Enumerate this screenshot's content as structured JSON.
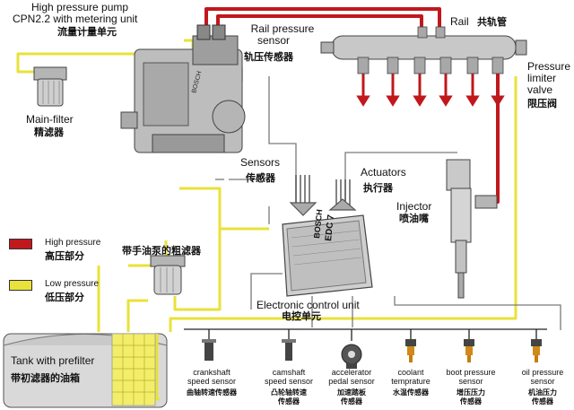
{
  "colors": {
    "high_pressure": "#c0181c",
    "low_pressure": "#e8e23a",
    "signal_line": "#7a7a7a"
  },
  "pump": {
    "line1": "High pressure  pump",
    "line2": "CPN2.2 with metering unit",
    "zh": "流量计量单元"
  },
  "rail": {
    "en": "Rail",
    "zh": "共轨管"
  },
  "rail_sensor": {
    "line1": "Rail pressure",
    "line2": "sensor",
    "zh": "轨压传感器"
  },
  "limiter": {
    "line1": "Pressure",
    "line2": "limiter",
    "line3": "valve",
    "zh": "限压阀"
  },
  "main_filter": {
    "en": "Main-filter",
    "zh": "精滤器"
  },
  "sensors": {
    "en": "Sensors",
    "zh": "传感器"
  },
  "actuators": {
    "en": "Actuators",
    "zh": "执行器"
  },
  "injector": {
    "en": "Injector",
    "zh": "喷油嘴"
  },
  "ecu": {
    "en": "Electronic control unit",
    "zh": "电控单元",
    "brand": "BOSCH",
    "model": "EDC 7"
  },
  "legend": {
    "high_en": "High pressure",
    "high_zh": "高压部分",
    "low_en": "Low pressure",
    "low_zh": "低压部分"
  },
  "coarse_filter": {
    "zh": "带手油泵的粗滤器"
  },
  "tank": {
    "en": "Tank with prefilter",
    "zh": "带初滤器的油箱"
  },
  "sensor_list": [
    {
      "en1": "crankshaft",
      "en2": "speed sensor",
      "zh": "曲轴转速传感器"
    },
    {
      "en1": "camshaft",
      "en2": "speed sensor",
      "zh1": "凸轮轴转速",
      "zh2": "传感器"
    },
    {
      "en1": "accelerator",
      "en2": "pedal sensor",
      "zh1": "加速踏板",
      "zh2": "传感器"
    },
    {
      "en1": "coolant",
      "en2": "temprature",
      "zh": "水温传感器"
    },
    {
      "en1": "boot pressure",
      "en2": "sensor",
      "zh1": "增压压力",
      "zh2": "传感器"
    },
    {
      "en1": "oil pressure",
      "en2": "sensor",
      "zh1": "机油压力",
      "zh2": "传感器"
    }
  ]
}
